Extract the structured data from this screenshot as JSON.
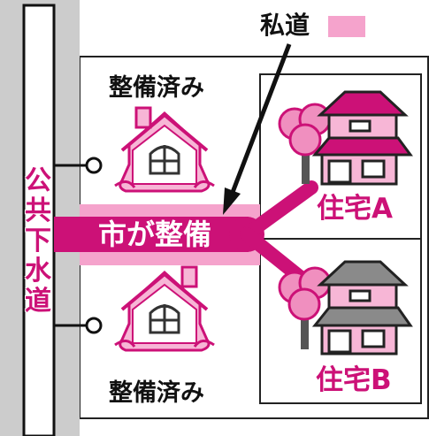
{
  "labels": {
    "private_road": "私道",
    "city_maintained": "市が整備",
    "maintained_top": "整備済み",
    "maintained_bottom": "整備済み",
    "house_a": "住宅A",
    "house_b": "住宅B",
    "public_sewer": [
      "公",
      "共",
      "下",
      "水",
      "道"
    ]
  },
  "colors": {
    "magenta": "#cc1177",
    "light_pink": "#f5a3cc",
    "house_pink": "#f7b6d6",
    "gray": "#cccccc",
    "roof_gray": "#8a8a8a"
  }
}
